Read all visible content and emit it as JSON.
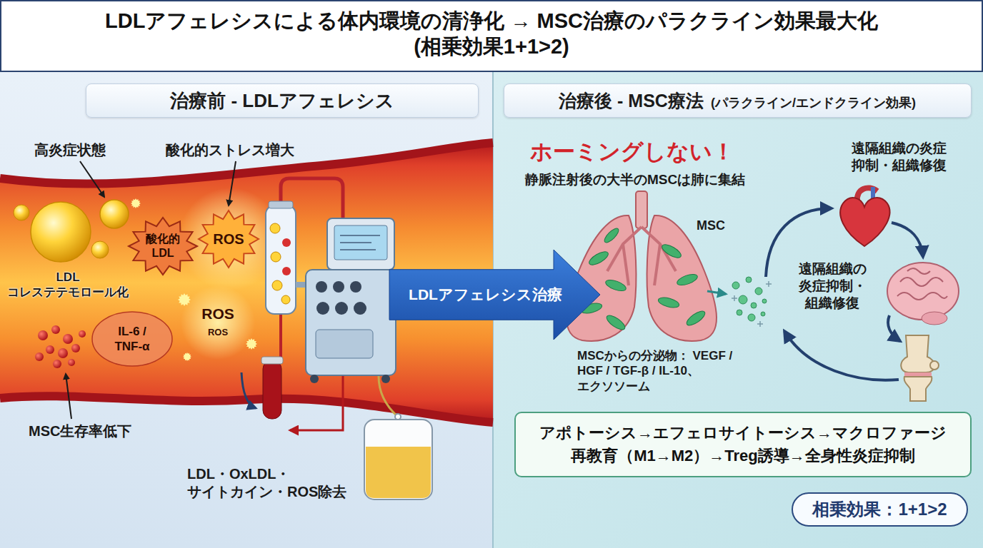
{
  "diagram": {
    "title": "LDLアフェレシスによる体内環境の清浄化 → MSC治療のパラクライン効果最大化 (相乗効果1+1>2)",
    "nodes": [
      {
        "text": [
          "治療前 - LDLアフェレシス"
        ]
      },
      {
        "text": [
          "治療後 - MSC療法",
          "(パラクライン/エンドクライン効果)"
        ]
      },
      {
        "text": [
          "LDLアフェレシス治療"
        ]
      },
      {
        "text": [
          "アポトーシス→エフェロサイトーシス→マクロファージ 再教育（M1→M2）→Treg誘導→全身性炎症抑制"
        ]
      },
      {
        "text": [
          "相乗効果：1+1>2"
        ]
      }
    ],
    "labels": [
      "高炎症状態",
      "酸化的ストレス増大",
      "酸化的 LDL",
      "ROS",
      "LDL コレステテモロール化",
      "IL-6 / TNF-α",
      "ROS",
      "ROS",
      "MSC生存率低下",
      "LDL・OxLDL・ サイトカイン・ROS除去",
      "ホーミングしない！",
      "静脈注射後の大半のMSCは肺に集結",
      "MSC",
      "遠隔組織の炎症 抑制・組織修復",
      "遠隔組織の 炎症抑制・ 組織修復",
      "MSCからの分泌物： VEGF / HGF / TGF-β / IL-10、 エクソソーム"
    ]
  }
}
